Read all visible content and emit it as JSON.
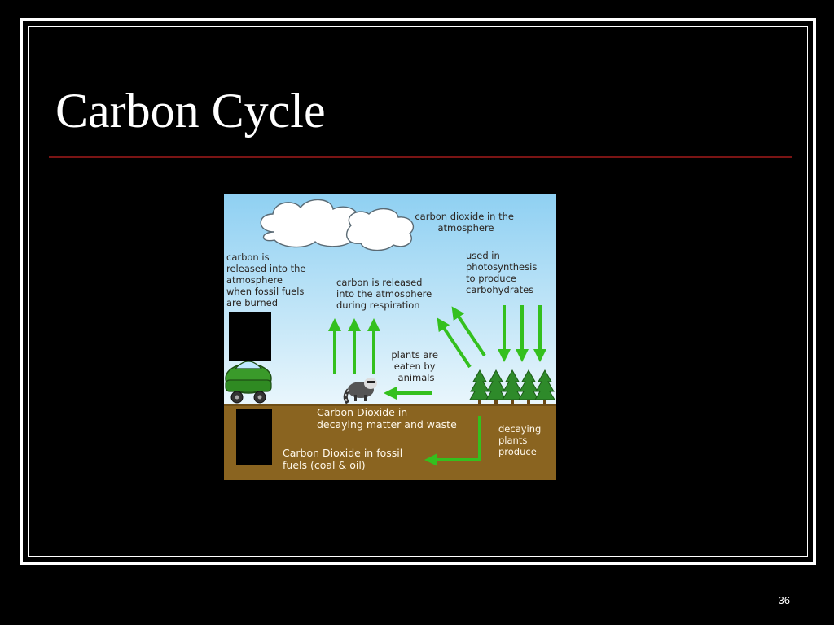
{
  "slide": {
    "title": "Carbon Cycle",
    "page_number": "36"
  },
  "diagram": {
    "labels": {
      "atmosphere": [
        "carbon dioxide in the",
        "atmosphere"
      ],
      "fossil_burn": [
        "carbon is",
        "released into the",
        "atmosphere",
        "when fossil fuels",
        "are burned"
      ],
      "respiration": [
        "carbon is released",
        "into the atmosphere",
        "during respiration"
      ],
      "photosynthesis": [
        "used in",
        "photosynthesis",
        "to produce",
        "carbohydrates"
      ],
      "eaten": [
        "plants are",
        "eaten by",
        "animals"
      ],
      "decaying_matter": [
        "Carbon Dioxide in",
        "decaying matter and waste"
      ],
      "decaying_plants": [
        "decaying",
        "plants",
        "produce"
      ],
      "fossil_fuels": [
        "Carbon Dioxide in fossil",
        "fuels (coal & oil)"
      ]
    },
    "colors": {
      "sky_top": "#8fd0f2",
      "sky_bottom": "#e8f5fb",
      "soil": "#8a6420",
      "arrow": "#34c01e",
      "tree": "#2e8a2a",
      "car": "#3a9a2a"
    }
  }
}
